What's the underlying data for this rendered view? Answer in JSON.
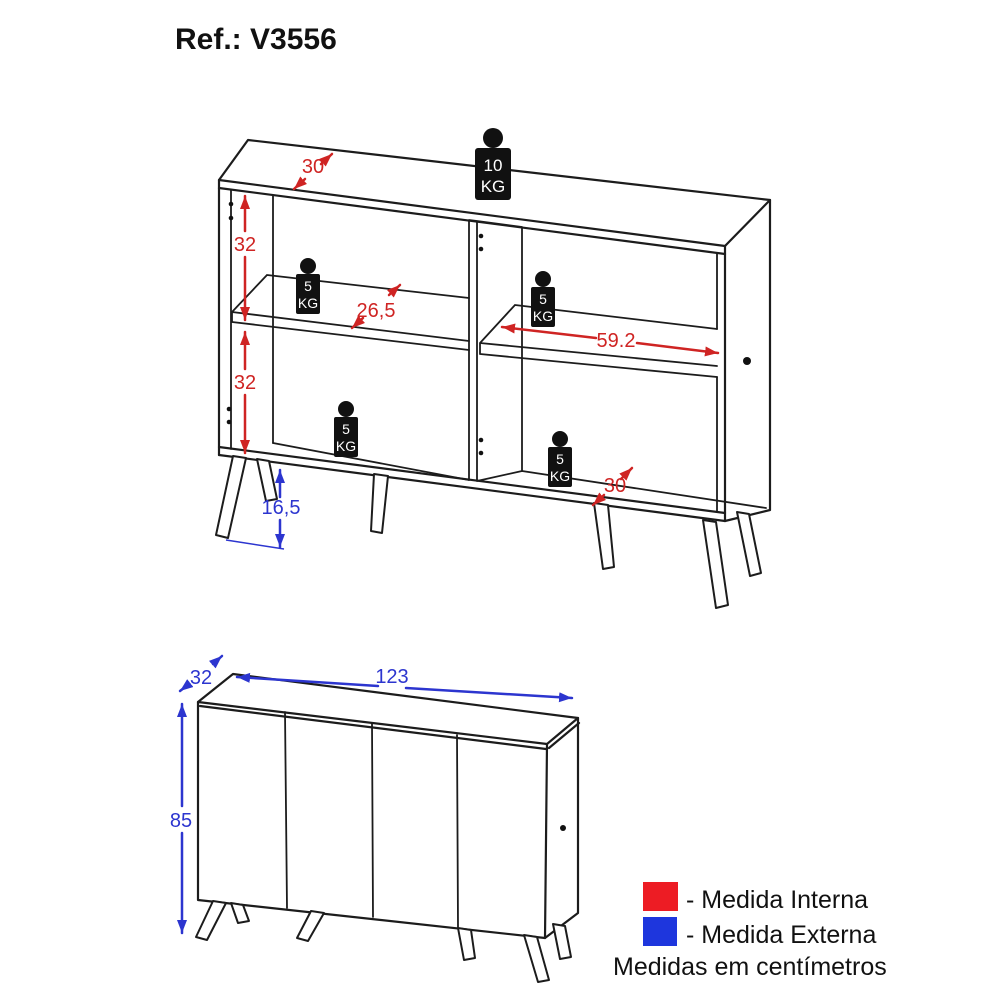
{
  "title": "Ref.: V3556",
  "colors": {
    "internal_red": "#ed1c24",
    "external_blue": "#1e36dd"
  },
  "open_view": {
    "dimensions": {
      "top_depth": "30",
      "upper_section_height": "32",
      "lower_section_height": "32",
      "left_shelf_depth": "26,5",
      "right_shelf_width": "59.2",
      "bottom_depth": "30",
      "leg_height": "16,5"
    },
    "weights": {
      "top": {
        "value": "10",
        "unit": "KG"
      },
      "left_shelf": {
        "value": "5",
        "unit": "KG"
      },
      "right_shelf": {
        "value": "5",
        "unit": "KG"
      },
      "bottom_left": {
        "value": "5",
        "unit": "KG"
      },
      "bottom_right": {
        "value": "5",
        "unit": "KG"
      }
    }
  },
  "closed_view": {
    "dimensions": {
      "width": "123",
      "depth": "32",
      "height": "85"
    }
  },
  "legend": {
    "internal": "- Medida Interna",
    "external": "- Medida Externa",
    "note": "Medidas em centímetros"
  }
}
